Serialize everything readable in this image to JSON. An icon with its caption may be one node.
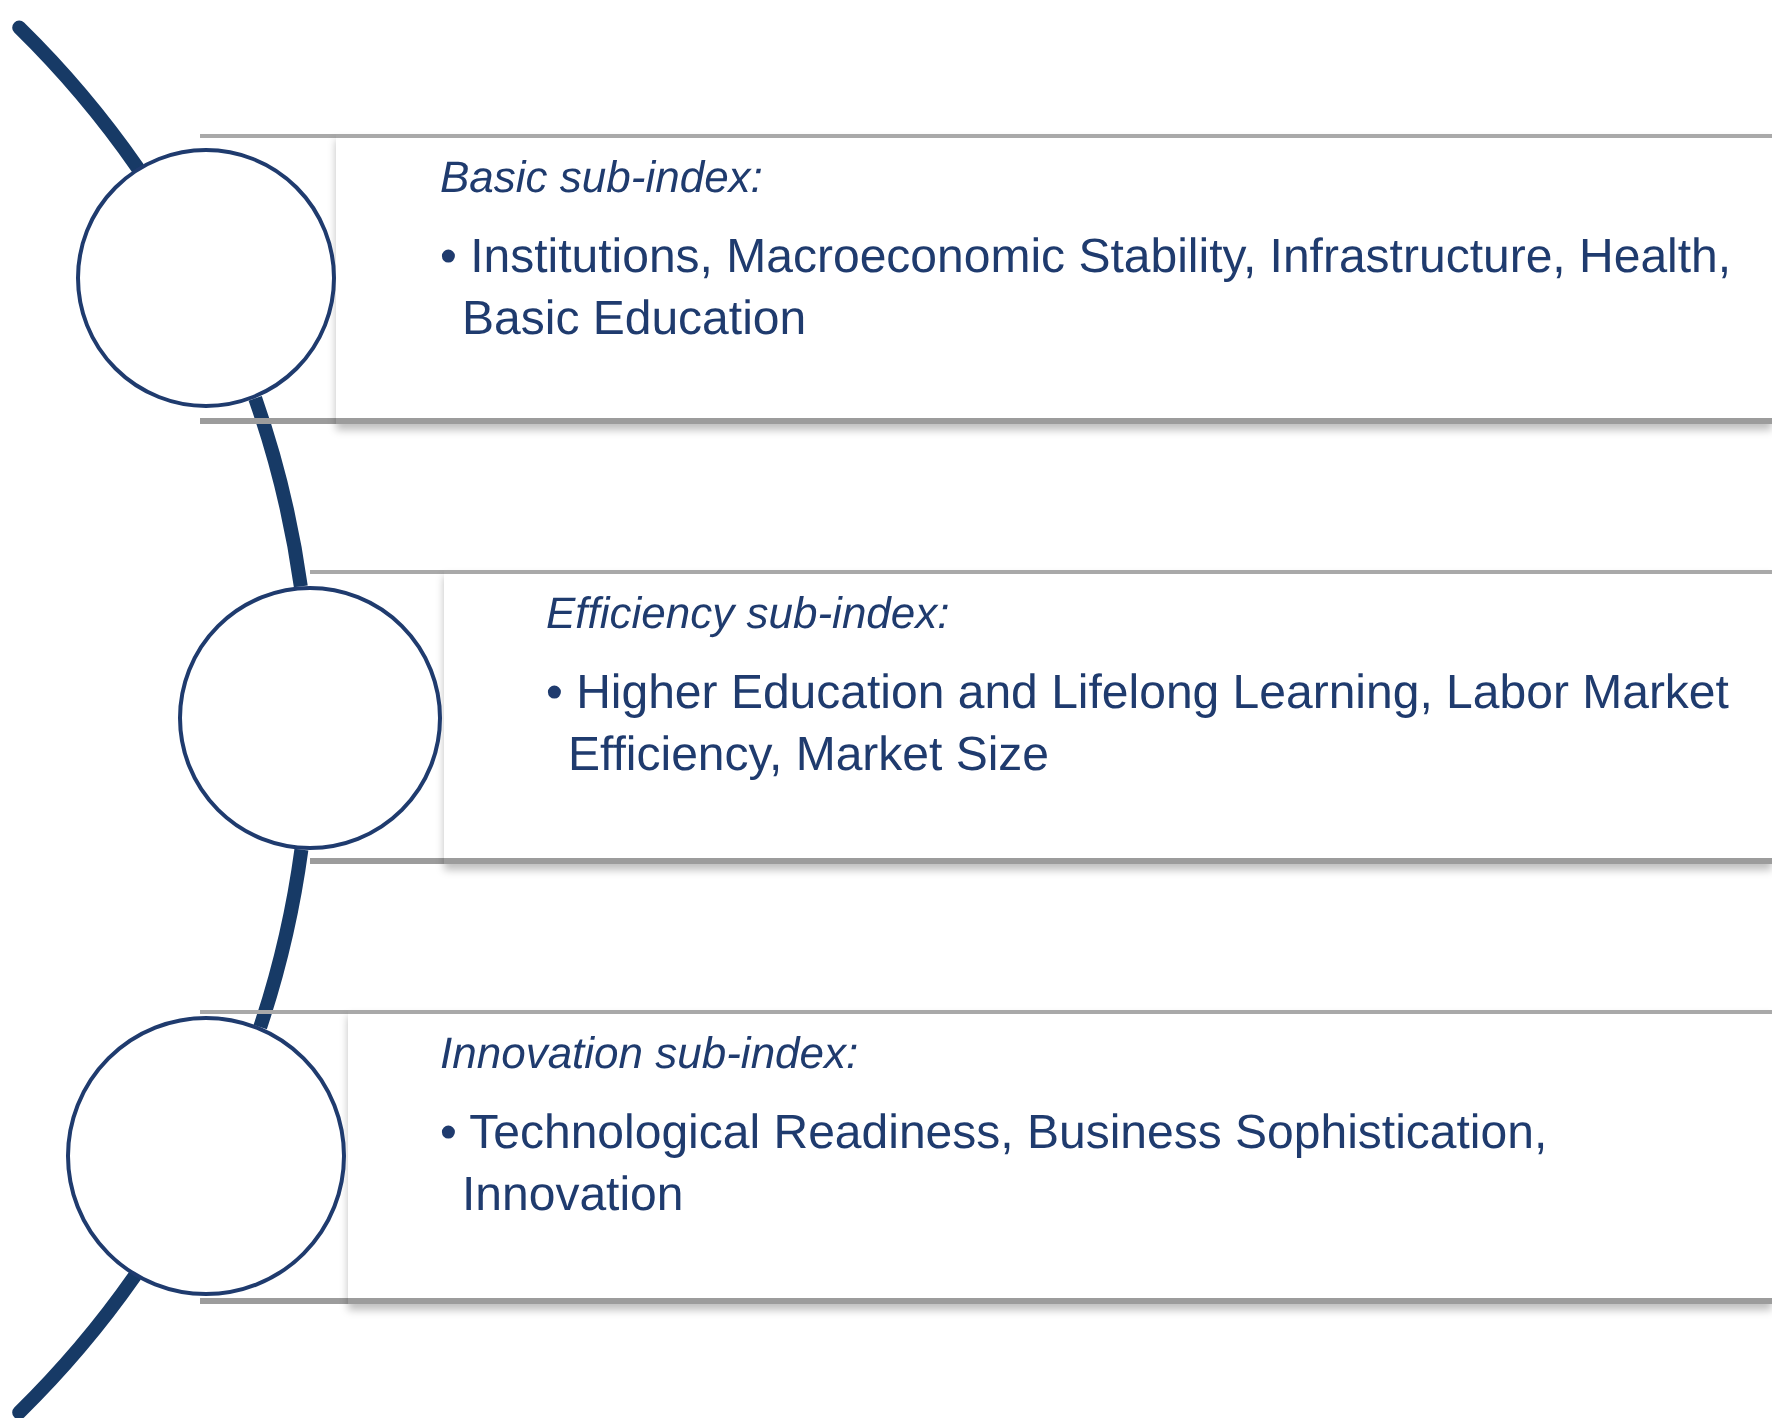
{
  "diagram": {
    "nodes": [
      {
        "text": [
          "Basic sub-index:",
          "• Institutions, Macroeconomic Stability, Infrastructure, Health, Basic Education"
        ]
      },
      {
        "text": [
          "Efficiency sub-index:",
          "• Higher Education and Lifelong Learning, Labor Market Efficiency, Market Size"
        ]
      },
      {
        "text": [
          "Innovation sub-index:",
          "• Technological Readiness, Business Sophistication, Innovation"
        ]
      },
      {
        "text": [],
        "shape": "circle"
      },
      {
        "text": [],
        "shape": "circle"
      },
      {
        "text": [],
        "shape": "circle"
      }
    ],
    "edges": [
      {
        "from": 3,
        "to": 4,
        "arrow": "none"
      },
      {
        "from": 4,
        "to": 5,
        "arrow": "none"
      }
    ]
  }
}
